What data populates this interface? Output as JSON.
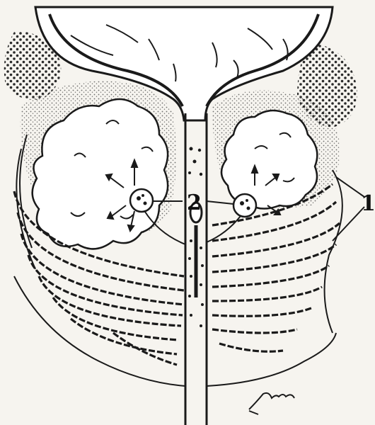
{
  "figure": {
    "labels": {
      "one": "1",
      "two": "2"
    },
    "signature": "artist-signature"
  },
  "colors": {
    "ink": "#1a1a1a",
    "paper": "#f6f4ef",
    "stipple": "#4a4a4a"
  },
  "icons": {
    "arrow": "arrow-icon",
    "nucleus": "nucleus-icon"
  }
}
